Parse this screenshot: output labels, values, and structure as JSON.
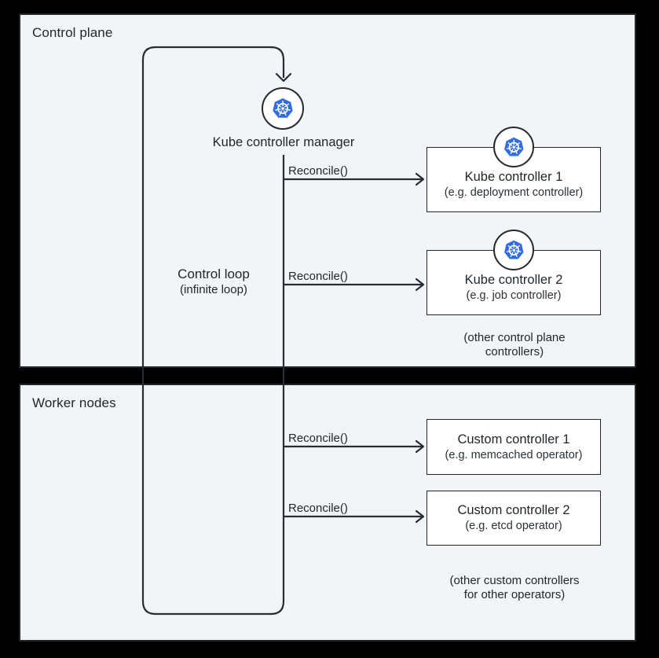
{
  "panels": {
    "control_plane": {
      "label": "Control plane"
    },
    "worker_nodes": {
      "label": "Worker nodes"
    }
  },
  "manager": {
    "label": "Kube controller manager",
    "icon": "kubernetes-icon"
  },
  "control_loop": {
    "title": "Control loop",
    "subtitle": "(infinite loop)"
  },
  "arrow_label": "Reconcile()",
  "controllers": [
    {
      "title": "Kube controller 1",
      "subtitle": "(e.g. deployment controller)",
      "icon": "kubernetes-icon"
    },
    {
      "title": "Kube controller 2",
      "subtitle": "(e.g. job controller)",
      "icon": "kubernetes-icon"
    },
    {
      "title": "Custom controller 1",
      "subtitle": "(e.g. memcached operator)"
    },
    {
      "title": "Custom controller 2",
      "subtitle": "(e.g. etcd operator)"
    }
  ],
  "notes": {
    "control_plane": "(other control plane controllers)",
    "custom": "(other custom controllers\nfor other operators)"
  },
  "colors": {
    "background": "#000000",
    "panel_fill": "#f2f4f8",
    "line": "#272d33",
    "box_fill": "#ffffff",
    "box_border": "#21272a",
    "text": "#21272a",
    "kubernetes_blue": "#326ce5"
  }
}
